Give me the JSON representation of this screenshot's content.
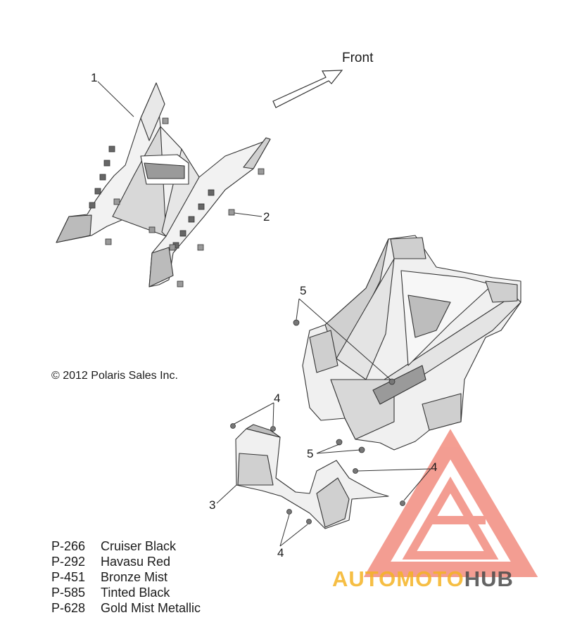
{
  "front_label": "Front",
  "callouts": [
    {
      "id": "c1",
      "text": "1"
    },
    {
      "id": "c2",
      "text": "2"
    },
    {
      "id": "c3",
      "text": "3"
    },
    {
      "id": "c4a",
      "text": "4"
    },
    {
      "id": "c4b",
      "text": "4"
    },
    {
      "id": "c4c",
      "text": "4"
    },
    {
      "id": "c5a",
      "text": "5"
    },
    {
      "id": "c5b",
      "text": "5"
    }
  ],
  "copyright": "© 2012 Polaris Sales Inc.",
  "paint_codes": [
    {
      "code": "P-266",
      "name": "Cruiser Black"
    },
    {
      "code": "P-292",
      "name": "Havasu Red"
    },
    {
      "code": "P-451",
      "name": "Bronze Mist"
    },
    {
      "code": "P-585",
      "name": "Tinted Black"
    },
    {
      "code": "P-628",
      "name": "Gold Mist Metallic"
    }
  ],
  "watermark": {
    "text_part1": "AUTOMOTO",
    "text_part2": "HUB",
    "color_primary": "#f07d6e",
    "color_accent": "#f5b324",
    "color_dark": "#4a4a4a"
  },
  "colors": {
    "line": "#333333",
    "panel_fill": "#f0f0f0",
    "panel_shade": "#cfcfcf",
    "dark_shade": "#777777"
  }
}
